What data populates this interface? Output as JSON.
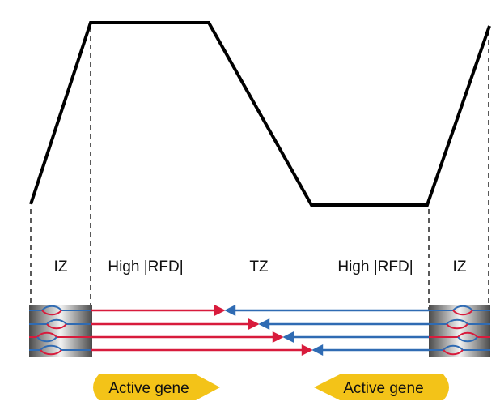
{
  "zones": {
    "iz_left": "IZ",
    "high_rfd_left": "High |RFD|",
    "tz": "TZ",
    "high_rfd_right": "High |RFD|",
    "iz_right": "IZ"
  },
  "genes": {
    "left": "Active gene",
    "right": "Active gene"
  },
  "profile": {
    "description_values": [
      "low",
      "high",
      "high",
      "low",
      "low",
      "high"
    ]
  },
  "colors": {
    "profile_line": "#000000",
    "forward_fork": "#d81b3c",
    "reverse_fork": "#2f6bb3",
    "gene_arrow": "#f3c318",
    "origin_zone_dark": "#555555",
    "origin_zone_light": "#eeeeee"
  },
  "icons": {
    "gene_arrow_left": "arrow-right-icon",
    "gene_arrow_right": "arrow-left-icon"
  }
}
